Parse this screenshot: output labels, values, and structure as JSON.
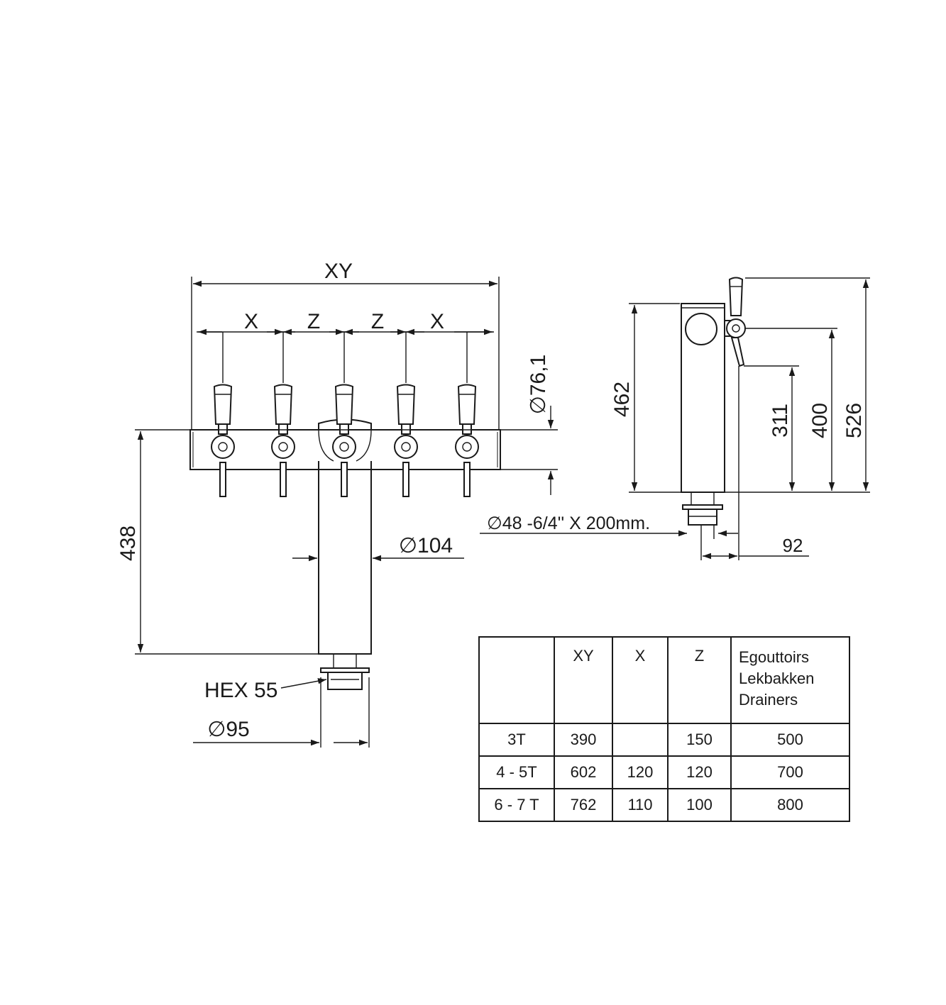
{
  "front_view": {
    "overall_width_label": "XY",
    "spacing_labels": [
      "X",
      "Z",
      "Z",
      "X"
    ],
    "bar_diameter_label": "∅76,1",
    "height_label": "438",
    "column_diameter_label": "∅104",
    "hex_label": "HEX 55",
    "base_diameter_label": "∅95"
  },
  "side_view": {
    "column_height_label": "462",
    "tap_heights": [
      "311",
      "400",
      "526"
    ],
    "pipe_label": "∅48 -6/4'' X 200mm.",
    "offset_label": "92"
  },
  "table": {
    "headers": [
      "",
      "XY",
      "X",
      "Z"
    ],
    "drainer_header_lines": [
      "Egouttoirs",
      "Lekbakken",
      "Drainers"
    ],
    "rows": [
      [
        "3T",
        "390",
        "",
        "150",
        "500"
      ],
      [
        "4 - 5T",
        "602",
        "120",
        "120",
        "700"
      ],
      [
        "6 - 7 T",
        "762",
        "110",
        "100",
        "800"
      ]
    ]
  }
}
